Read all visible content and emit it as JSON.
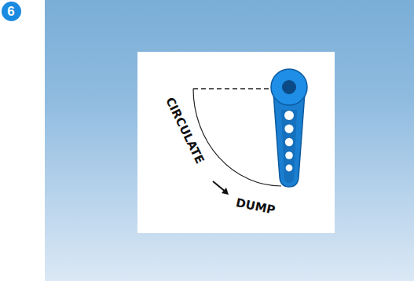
{
  "diagram": {
    "nodes": [
      {
        "text": [
          "6"
        ]
      }
    ],
    "labels": [
      "CIRCULATE",
      "DUMP"
    ]
  }
}
